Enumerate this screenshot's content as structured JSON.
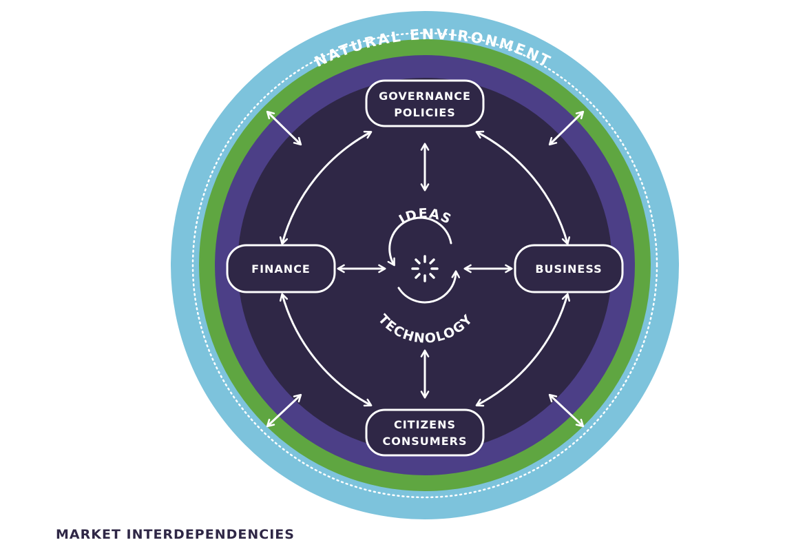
{
  "colors": {
    "outer_ring": "#7dc3dc",
    "green_ring": "#5fa641",
    "purple_ring": "#4c3f87",
    "core": "#2f2746",
    "line": "#ffffff",
    "caption": "#2f2746"
  },
  "ring_label": "NATURAL ENVIRONMENT",
  "nodes": {
    "governance": {
      "line1": "GOVERNANCE",
      "line2": "POLICIES"
    },
    "finance": {
      "label": "FINANCE"
    },
    "business": {
      "label": "BUSINESS"
    },
    "citizens": {
      "line1": "CITIZENS",
      "line2": "CONSUMERS"
    }
  },
  "center": {
    "top_label": "IDEAS",
    "bottom_label": "TECHNOLOGY",
    "icon": "spark-icon"
  },
  "caption": "MARKET INTERDEPENDENCIES"
}
